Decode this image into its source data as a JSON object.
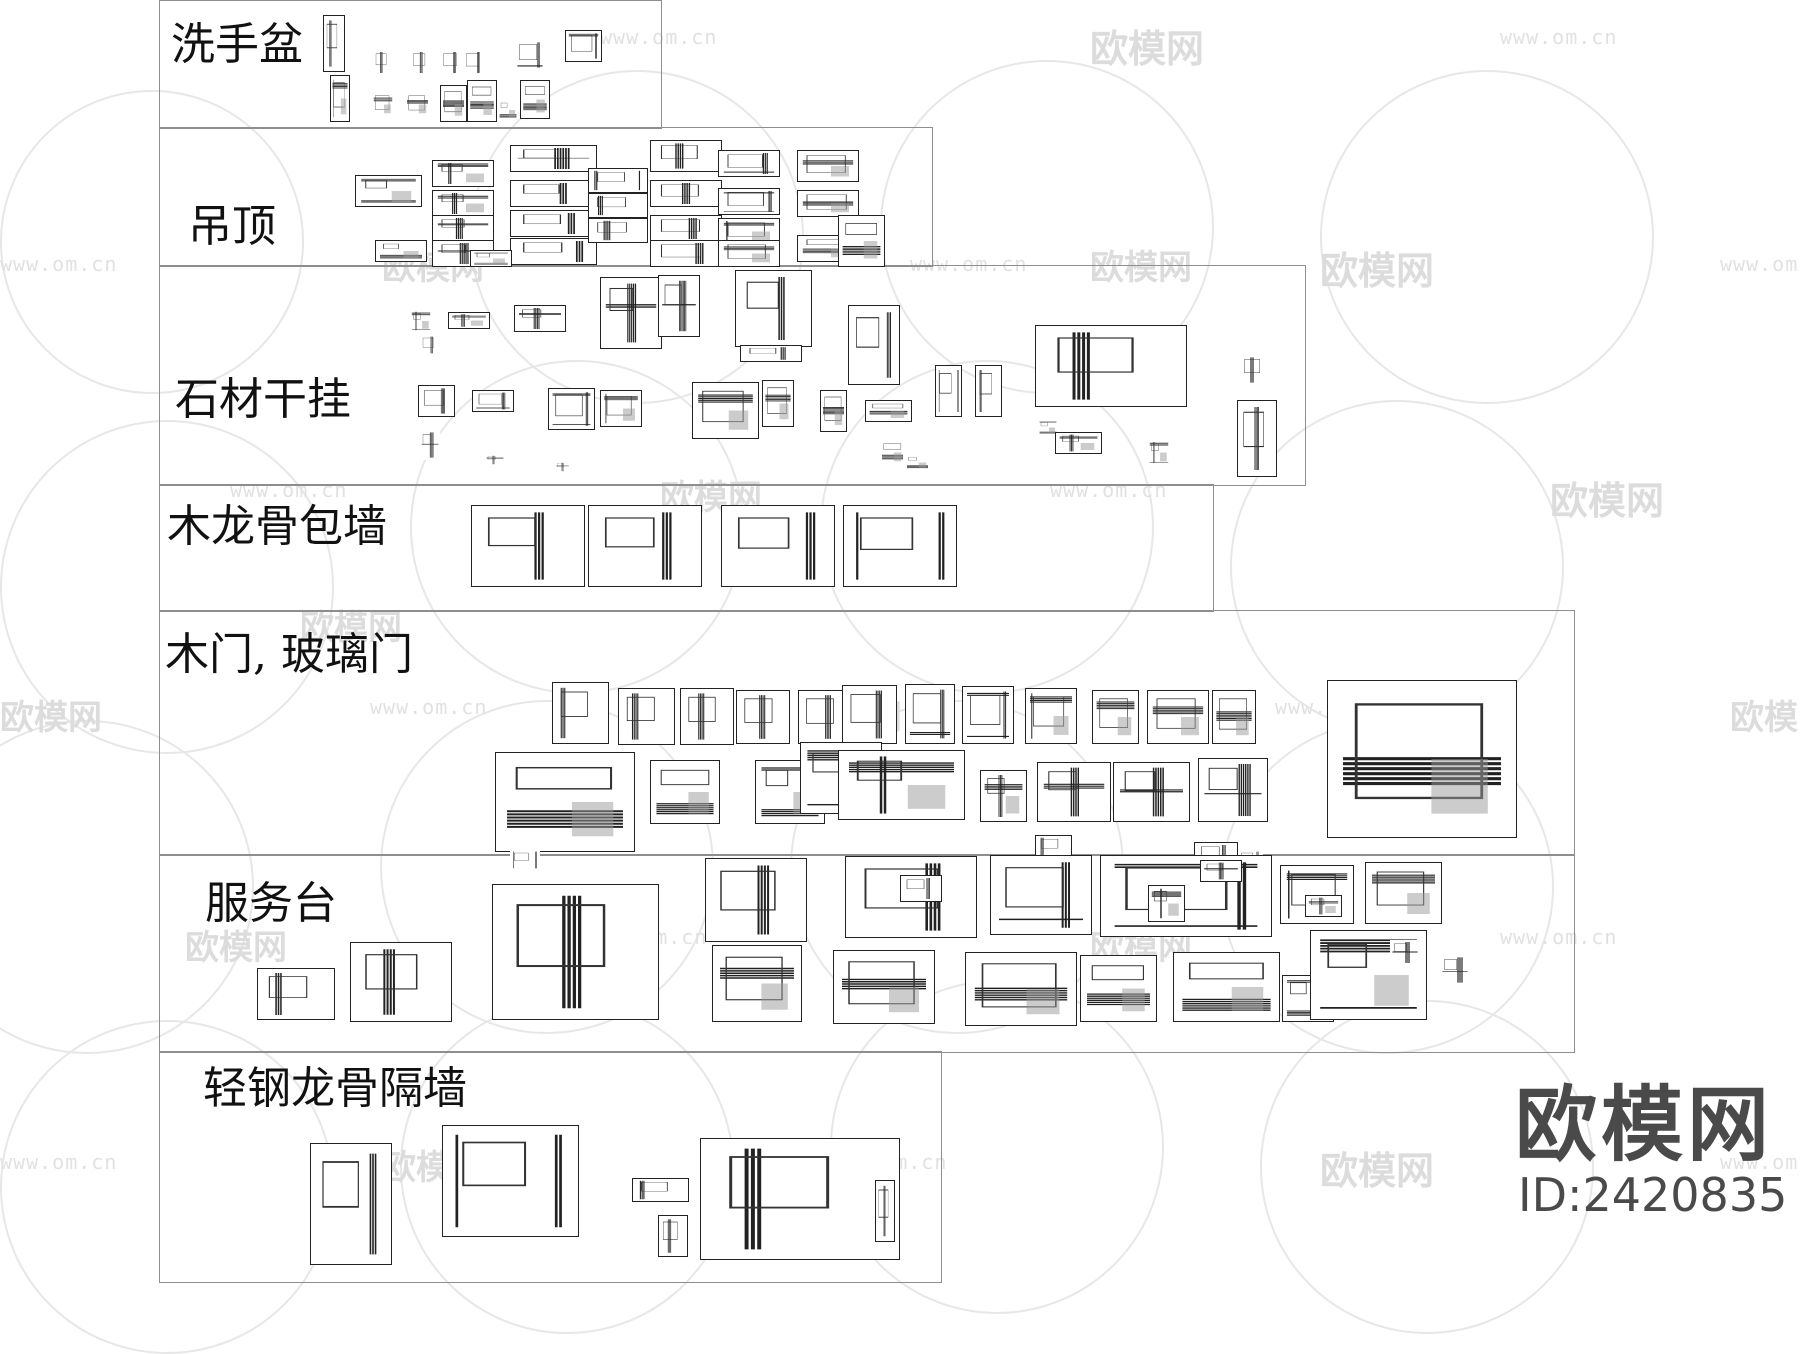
{
  "sections": [
    {
      "id": "washbasin",
      "title": "洗手盆",
      "thumbs": 14
    },
    {
      "id": "ceiling",
      "title": "吊顶",
      "thumbs": 26
    },
    {
      "id": "stone",
      "title": "石材干挂",
      "thumbs": 30
    },
    {
      "id": "woodframe",
      "title": "木龙骨包墙",
      "thumbs": 4
    },
    {
      "id": "doors",
      "title": "木门, 玻璃门",
      "thumbs": 27
    },
    {
      "id": "counter",
      "title": "服务台",
      "thumbs": 22
    },
    {
      "id": "partition",
      "title": "轻钢龙骨隔墙",
      "thumbs": 6
    }
  ],
  "watermark": {
    "brand": "欧模网",
    "url": "www.om.cn"
  },
  "logo": {
    "text": "欧模网",
    "id": "ID:2420835"
  },
  "colors": {
    "panel_border": "#8e8e8e",
    "drawing_line": "#222222",
    "watermark": "#dcdcdc",
    "logo": "#4a4a4a"
  }
}
